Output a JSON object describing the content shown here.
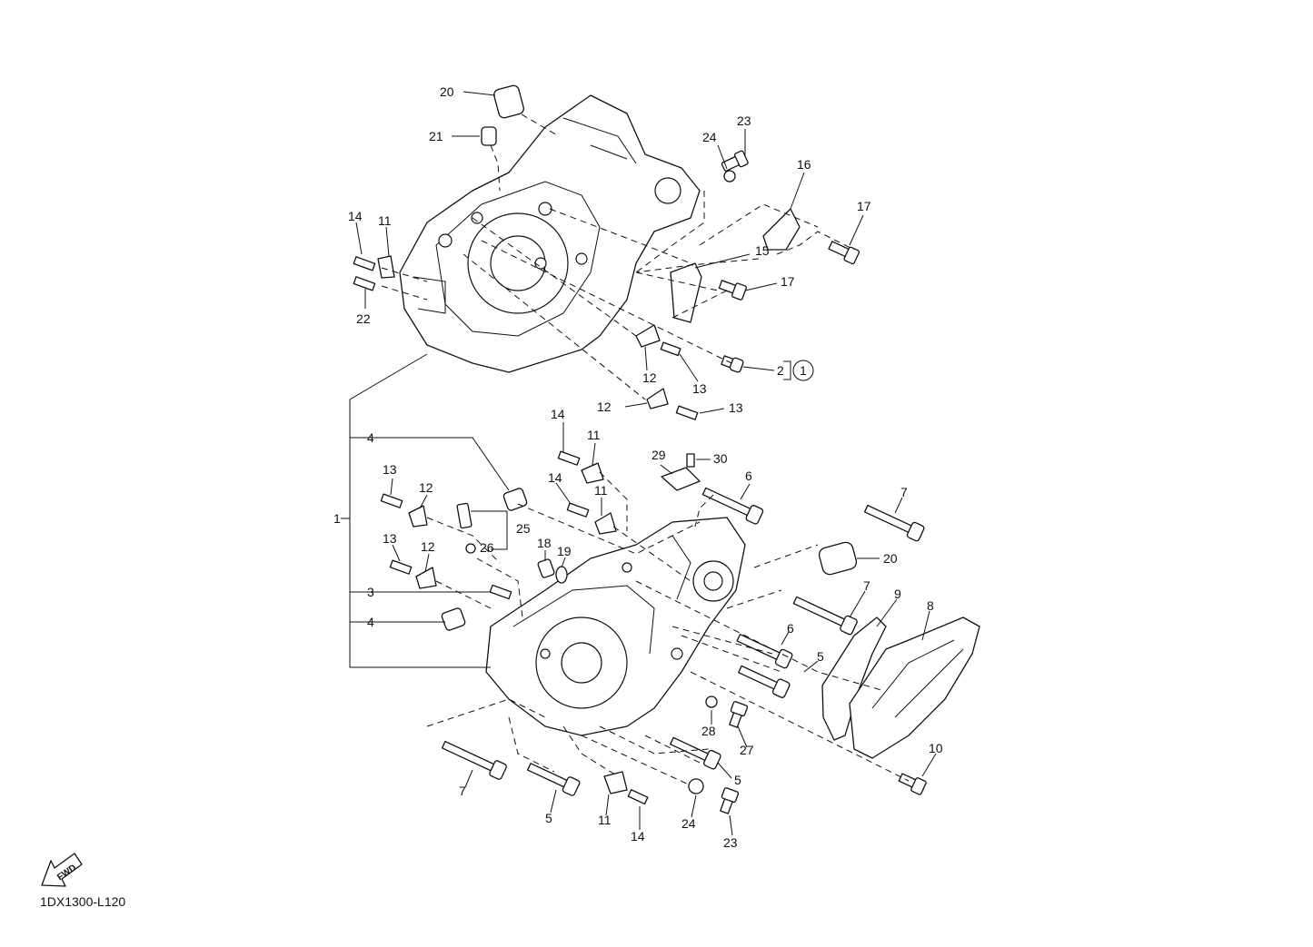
{
  "diagram_code": "1DX1300-L120",
  "fwd_label": "FWD",
  "callouts": [
    {
      "id": "c20a",
      "text": "20"
    },
    {
      "id": "c21",
      "text": "21"
    },
    {
      "id": "c23a",
      "text": "23"
    },
    {
      "id": "c24a",
      "text": "24"
    },
    {
      "id": "c16",
      "text": "16"
    },
    {
      "id": "c17a",
      "text": "17"
    },
    {
      "id": "c14a",
      "text": "14"
    },
    {
      "id": "c11a",
      "text": "11"
    },
    {
      "id": "c15",
      "text": "15"
    },
    {
      "id": "c17b",
      "text": "17"
    },
    {
      "id": "c22",
      "text": "22"
    },
    {
      "id": "c2",
      "text": "2"
    },
    {
      "id": "c1circ",
      "text": "1"
    },
    {
      "id": "c12a",
      "text": "12"
    },
    {
      "id": "c13a",
      "text": "13"
    },
    {
      "id": "c12b",
      "text": "12"
    },
    {
      "id": "c13b",
      "text": "13"
    },
    {
      "id": "c4a",
      "text": "4"
    },
    {
      "id": "c14b",
      "text": "14"
    },
    {
      "id": "c11b",
      "text": "11"
    },
    {
      "id": "c29",
      "text": "29"
    },
    {
      "id": "c30",
      "text": "30"
    },
    {
      "id": "c13c",
      "text": "13"
    },
    {
      "id": "c12c",
      "text": "12"
    },
    {
      "id": "c14c",
      "text": "14"
    },
    {
      "id": "c11c",
      "text": "11"
    },
    {
      "id": "c6a",
      "text": "6"
    },
    {
      "id": "c7a",
      "text": "7"
    },
    {
      "id": "c1",
      "text": "1"
    },
    {
      "id": "c25",
      "text": "25"
    },
    {
      "id": "c26",
      "text": "26"
    },
    {
      "id": "c13d",
      "text": "13"
    },
    {
      "id": "c12d",
      "text": "12"
    },
    {
      "id": "c18",
      "text": "18"
    },
    {
      "id": "c19",
      "text": "19"
    },
    {
      "id": "c20b",
      "text": "20"
    },
    {
      "id": "c3",
      "text": "3"
    },
    {
      "id": "c7b",
      "text": "7"
    },
    {
      "id": "c9",
      "text": "9"
    },
    {
      "id": "c8",
      "text": "8"
    },
    {
      "id": "c4b",
      "text": "4"
    },
    {
      "id": "c6b",
      "text": "6"
    },
    {
      "id": "c5a",
      "text": "5"
    },
    {
      "id": "c28",
      "text": "28"
    },
    {
      "id": "c27",
      "text": "27"
    },
    {
      "id": "c10",
      "text": "10"
    },
    {
      "id": "c7c",
      "text": "7"
    },
    {
      "id": "c5b",
      "text": "5"
    },
    {
      "id": "c5c",
      "text": "5"
    },
    {
      "id": "c11d",
      "text": "11"
    },
    {
      "id": "c14d",
      "text": "14"
    },
    {
      "id": "c24b",
      "text": "24"
    },
    {
      "id": "c23b",
      "text": "23"
    }
  ]
}
